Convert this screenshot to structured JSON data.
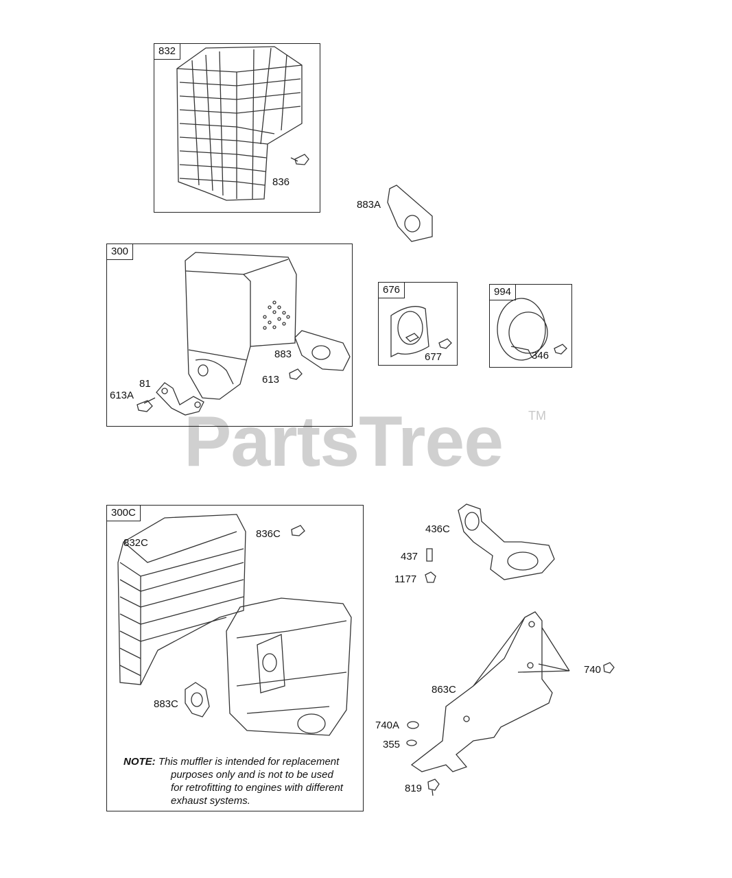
{
  "watermark": {
    "text": "PartsTree",
    "trademark": "TM"
  },
  "boxes": {
    "b832": "832",
    "b300": "300",
    "b676": "676",
    "b994": "994",
    "b300c": "300C"
  },
  "labels": {
    "l836": "836",
    "l883a": "883A",
    "l883": "883",
    "l613": "613",
    "l81": "81",
    "l613a": "613A",
    "l677": "677",
    "l346": "346",
    "l836c": "836C",
    "l832c": "832C",
    "l883c": "883C",
    "l436c": "436C",
    "l437": "437",
    "l1177": "1177",
    "l740": "740",
    "l863c": "863C",
    "l740a": "740A",
    "l355": "355",
    "l819": "819"
  },
  "note": {
    "prefix": "NOTE:",
    "line1": "This muffler is intended for replacement",
    "line2": "purposes only and is not to be used",
    "line3": "for retrofitting to engines with different",
    "line4": "exhaust systems."
  }
}
